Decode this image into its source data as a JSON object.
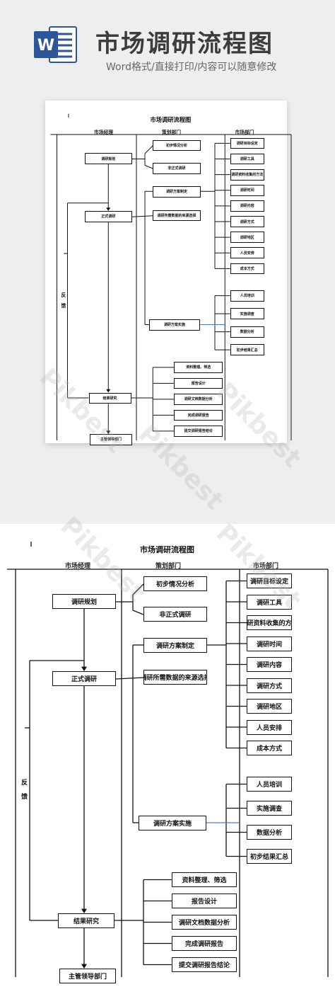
{
  "banner": {
    "title": "市场调研流程图",
    "subtitle": "Word格式/直接打印/内容可以随意修改",
    "icon_letter": "W",
    "icon_color": "#2b579a"
  },
  "flow": {
    "title": "市场调研流程图",
    "lanes": [
      "市场经理",
      "策划部门",
      "市场部门"
    ],
    "feedback_label": [
      "反",
      "馈"
    ],
    "market_manager": {
      "plan": "调研规划",
      "formal": "正式调研",
      "result": "结果研究",
      "submit": "主管领导部门"
    },
    "planning": {
      "preliminary": "初步情况分析",
      "informal": "非正式调研",
      "design": "调研方案制定",
      "data_source": "调研所需数据的来源选择",
      "implement": "调研方案实施"
    },
    "market_dept": {
      "design_items": [
        "调研目标设定",
        "调研工具",
        "调研资料收集的方法",
        "调研时间",
        "调研内容",
        "调研方式",
        "调研地区",
        "人员安排",
        "成本方式"
      ],
      "implement_items": [
        "人员培训",
        "实施调查",
        "数据分析",
        "初步结果汇总"
      ]
    },
    "results": [
      "资料整理、筛选",
      "报告设计",
      "调研文档数据分析",
      "完成调研报告",
      "提交调研报告结论"
    ]
  },
  "colors": {
    "line": "#111111",
    "accent_line": "#4a7fc1",
    "top_bg": "#eeeeee"
  },
  "watermark": "Pikbest"
}
